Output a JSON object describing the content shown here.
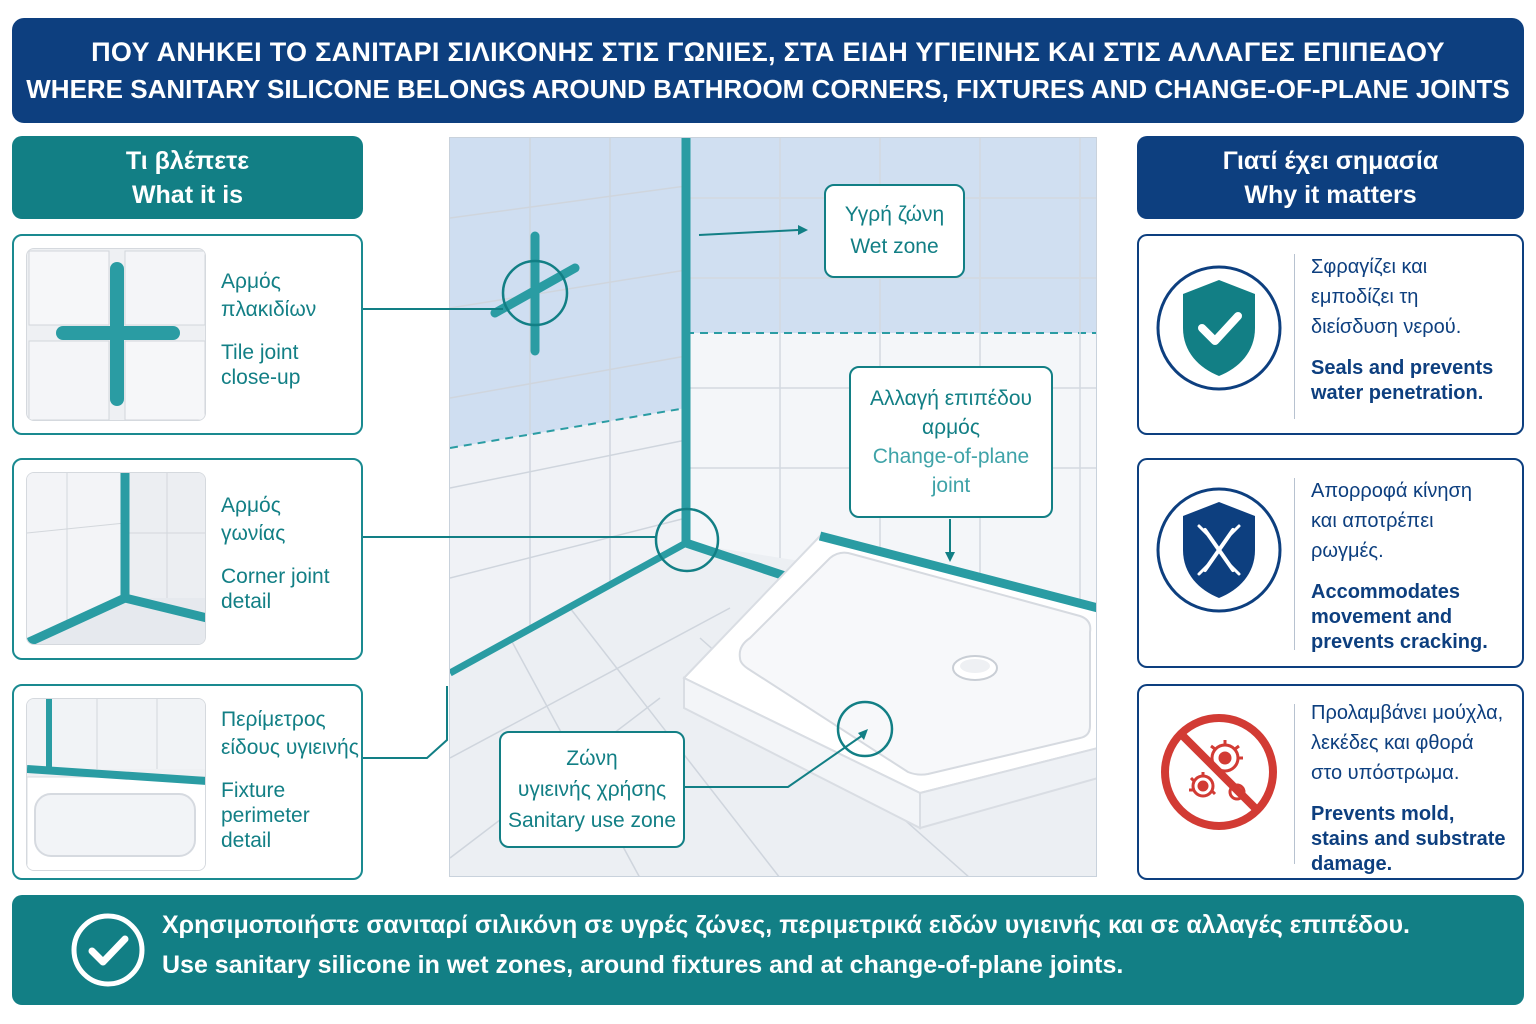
{
  "header": {
    "title_el": "ΠΟΥ ΑΝΗΚΕΙ ΤΟ ΣΑΝΙΤΑΡΙ ΣΙΛΙΚΟΝΗΣ ΣΤΙΣ ΓΩΝΙΕΣ, ΣΤΑ ΕΙΔΗ ΥΓΙΕΙΝΗΣ ΚΑΙ ΣΤΙΣ ΑΛΛΑΓΕΣ ΕΠΙΠΕΔΟΥ",
    "title_en": "WHERE SANITARY SILICONE BELONGS AROUND BATHROOM CORNERS, FIXTURES AND CHANGE-OF-PLANE JOINTS"
  },
  "left_column": {
    "heading_el": "Τι βλέπετε",
    "heading_en": "What it is",
    "items": [
      {
        "label_el": "Αρμός\nπλακιδίων",
        "label_en": "Tile joint\nclose-up"
      },
      {
        "label_el": "Αρμός\nγωνίας",
        "label_en": "Corner joint\ndetail"
      },
      {
        "label_el": "Περίμετρος\nείδους υγιεινής",
        "label_en": "Fixture\nperimeter\ndetail"
      }
    ]
  },
  "right_column": {
    "heading_el": "Γιατί έχει σημασία",
    "heading_en": "Why it matters",
    "items": [
      {
        "icon": "shield-check-icon",
        "text_el": "Σφραγίζει και\nεμποδίζει τη\nδιείσδυση νερού.",
        "text_en": "Seals and prevents\nwater penetration."
      },
      {
        "icon": "shield-crack-icon",
        "text_el": "Απορροφά κίνηση\nκαι αποτρέπει\nρωγμές.",
        "text_en": "Accommodates\nmovement and\nprevents cracking."
      },
      {
        "icon": "no-mold-icon",
        "text_el": "Προλαμβάνει μούχλα,\nλεκέδες και φθορά\nστο υπόστρωμα.",
        "text_en": "Prevents mold,\nstains and substrate\ndamage."
      }
    ]
  },
  "diagram": {
    "wet_zone_el": "Υγρή ζώνη",
    "wet_zone_en": "Wet zone",
    "change_plane_el": "Αλλαγή επιπέδου\nαρμός",
    "change_plane_en": "Change-of-plane\njoint",
    "sanitary_zone_el": "Ζώνη\nυγιεινής χρήσης",
    "sanitary_zone_en": "Sanitary use zone"
  },
  "footer": {
    "text_el": "Χρησιμοποιήστε σανιταρί σιλικόνη σε υγρές ζώνες, περιμετρικά ειδών υγιεινής και σε αλλαγές επιπέδου.",
    "text_en": "Use sanitary silicone in wet zones, around fixtures and at change-of-plane joints."
  },
  "colors": {
    "navy": "#0d3f7f",
    "teal": "#127f85",
    "silicone": "#2a9ca3",
    "wet_zone": "#c9daf0",
    "mold_red": "#d23b34"
  }
}
